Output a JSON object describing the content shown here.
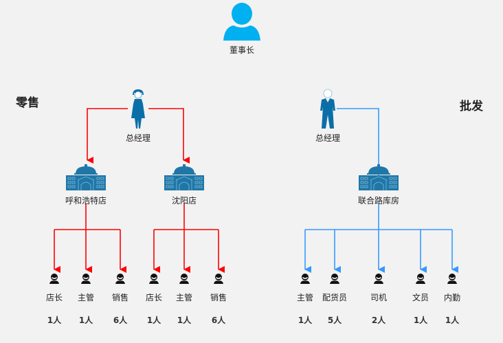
{
  "chairman": {
    "label": "董事长",
    "icon": "person-icon",
    "color": "#00b0f0"
  },
  "sections": {
    "retail": {
      "title": "零售",
      "line_color": "#ff0000",
      "manager": {
        "label": "总经理",
        "icon": "female-manager-icon"
      },
      "stores": [
        {
          "label": "呼和浩特店",
          "icon": "building-icon",
          "staff": [
            {
              "role": "店长",
              "count": "1人"
            },
            {
              "role": "主管",
              "count": "1人"
            },
            {
              "role": "销售",
              "count": "6人"
            }
          ]
        },
        {
          "label": "沈阳店",
          "icon": "building-icon",
          "staff": [
            {
              "role": "店长",
              "count": "1人"
            },
            {
              "role": "主管",
              "count": "1人"
            },
            {
              "role": "销售",
              "count": "6人"
            }
          ]
        }
      ]
    },
    "wholesale": {
      "title": "批发",
      "line_color": "#3399ff",
      "manager": {
        "label": "总经理",
        "icon": "male-manager-icon"
      },
      "stores": [
        {
          "label": "联合路库房",
          "icon": "building-icon",
          "staff": [
            {
              "role": "主管",
              "count": "1人"
            },
            {
              "role": "配货员",
              "count": "5人"
            },
            {
              "role": "司机",
              "count": "2人"
            },
            {
              "role": "文员",
              "count": "1人"
            },
            {
              "role": "内勤",
              "count": "1人"
            }
          ]
        }
      ]
    }
  },
  "colors": {
    "icon_blue": "#0a6fa8",
    "building_blue": "#1f77a8",
    "staff_icon": "#111111"
  }
}
